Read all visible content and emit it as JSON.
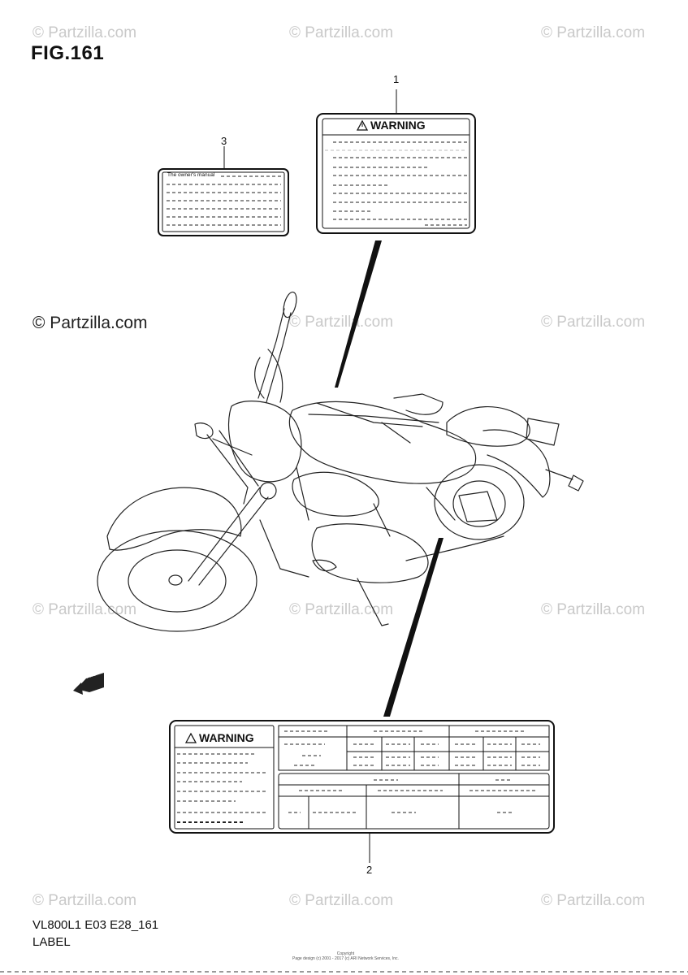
{
  "figure": {
    "title": "FIG.161"
  },
  "watermark": {
    "text": "© Partzilla.com"
  },
  "callouts": [
    "1",
    "2",
    "3"
  ],
  "labels": {
    "warning_label_1": {
      "title": "WARNING"
    },
    "warning_label_2": {
      "title": "WARNING"
    },
    "owners_manual_label": {
      "text": "The owner's manual"
    }
  },
  "fwd_arrow": {
    "text": "FWD"
  },
  "footer": {
    "code": "VL800L1 E03 E28_161",
    "label": "LABEL",
    "copyright_line1": "Copyright",
    "copyright_line2": "Page design (c) 2001 - 2017 (c) ARI Network Services, Inc."
  }
}
